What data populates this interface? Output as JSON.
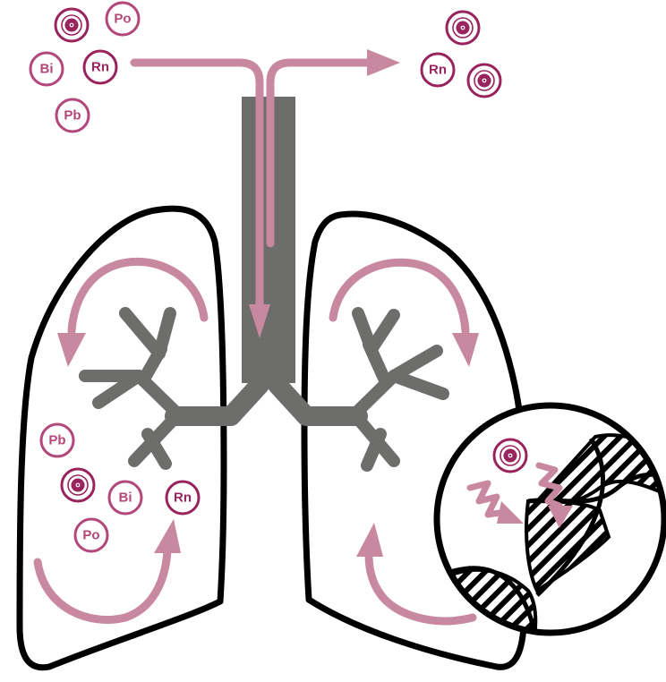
{
  "colors": {
    "outline": "#000000",
    "airway": "#6d6d6b",
    "arrow": "#c888a0",
    "atom_dark": "#99235d",
    "atom_light": "#b3477a"
  },
  "atoms": {
    "top_left": {
      "po": "Po",
      "bi": "Bi",
      "rn": "Rn",
      "pb": "Pb",
      "radiation_icon": "radiation-icon"
    },
    "top_right": {
      "rn": "Rn",
      "radiation_icon": "radiation-icon"
    },
    "left_lung": {
      "pb": "Pb",
      "bi": "Bi",
      "rn": "Rn",
      "po": "Po",
      "radiation_icon": "radiation-icon"
    },
    "dna_zoom": {
      "radiation_icon": "radiation-icon"
    }
  }
}
